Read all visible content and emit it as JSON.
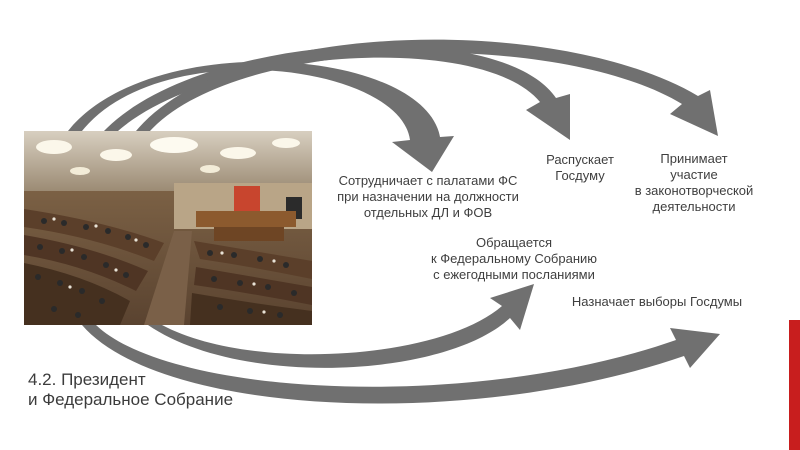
{
  "slide": {
    "title": "4.2. Президент\nи Федеральное Собрание",
    "accent_color": "#c81e1e",
    "arrow_color": "#707070"
  },
  "photo": {
    "subject": "State Duma plenary hall"
  },
  "labels": {
    "cooperates": "Сотрудничает с палатами ФС\nпри назначении на должности\nотдельных ДЛ и ФОВ",
    "dissolves": "Распускает\nГосдуму",
    "participates": "Принимает\nучастие\nв законотворческой\nдеятельности",
    "addresses": "Обращается\nк Федеральному Собранию\nс ежегодными посланиями",
    "elections": "Назначает выборы Госдумы"
  }
}
